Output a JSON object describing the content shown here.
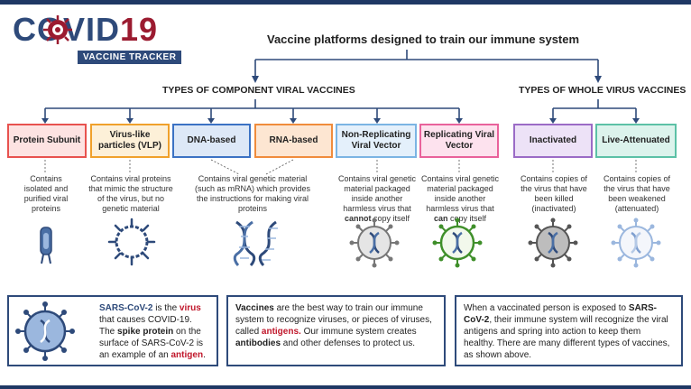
{
  "logo": {
    "covid": "COVID",
    "number": "19",
    "subtitle": "VACCINE TRACKER"
  },
  "title": "Vaccine platforms designed to train our immune system",
  "sections": {
    "component": "TYPES OF COMPONENT VIRAL VACCINES",
    "whole": "TYPES OF WHOLE VIRUS VACCINES"
  },
  "vaccines": [
    {
      "name": "Protein Subunit",
      "desc": "Contains isolated and purified viral proteins",
      "color": "#e8524f",
      "fill": "#fde3e2"
    },
    {
      "name": "Virus-like particles (VLP)",
      "desc": "Contains viral proteins that mimic the structure of the virus, but no genetic material",
      "color": "#f0a12b",
      "fill": "#fdf0d8"
    },
    {
      "name": "DNA-based",
      "desc": "Contains viral genetic material (such as mRNA) which provides the instructions for making viral proteins",
      "color": "#3b72c4",
      "fill": "#dde8f7"
    },
    {
      "name": "RNA-based",
      "desc": "",
      "color": "#f08c3c",
      "fill": "#fde6d2"
    },
    {
      "name": "Non-Replicating Viral Vector",
      "desc_parts": [
        "Contains viral genetic material packaged inside another harmless virus that ",
        "cannot",
        " copy itself"
      ],
      "color": "#7bb4e3",
      "fill": "#e4f0fb"
    },
    {
      "name": "Replicating Viral Vector",
      "desc_parts": [
        "Contains viral genetic material packaged inside another harmless virus that ",
        "can",
        " copy itself"
      ],
      "color": "#e9629b",
      "fill": "#fde2ee"
    },
    {
      "name": "Inactivated",
      "desc": "Contains copies of the virus that have been killed (inactivated)",
      "color": "#9b6bc6",
      "fill": "#ede2f7"
    },
    {
      "name": "Live-Attenuated",
      "desc": "Contains copies of the virus that have been weakened (attenuated)",
      "color": "#5cc1a6",
      "fill": "#dcf3ec"
    }
  ],
  "bottom": {
    "b1": {
      "a": "SARS-CoV-2",
      "b": " is the ",
      "c": "virus",
      "d": " that causes COVID-19. The ",
      "e": "spike protein",
      "f": " on the surface of SARS-CoV-2 is an example of an ",
      "g": "antigen",
      "h": "."
    },
    "b2": {
      "a": "Vaccines",
      "b": " are the best way to train our immune system to recognize viruses, or pieces of viruses, called ",
      "c": "antigens.",
      "d": " Our immune system creates ",
      "e": "antibodies",
      "f": " and other defenses to protect us."
    },
    "b3": {
      "a": "When a vaccinated person is exposed to ",
      "b": "SARS-CoV-2",
      "c": ", their immune system will recognize the viral antigens and spring into action to keep them healthy. There are many different types of vaccines, as shown above."
    }
  },
  "colors": {
    "navy": "#2e4a7a",
    "red": "#c0172b"
  }
}
